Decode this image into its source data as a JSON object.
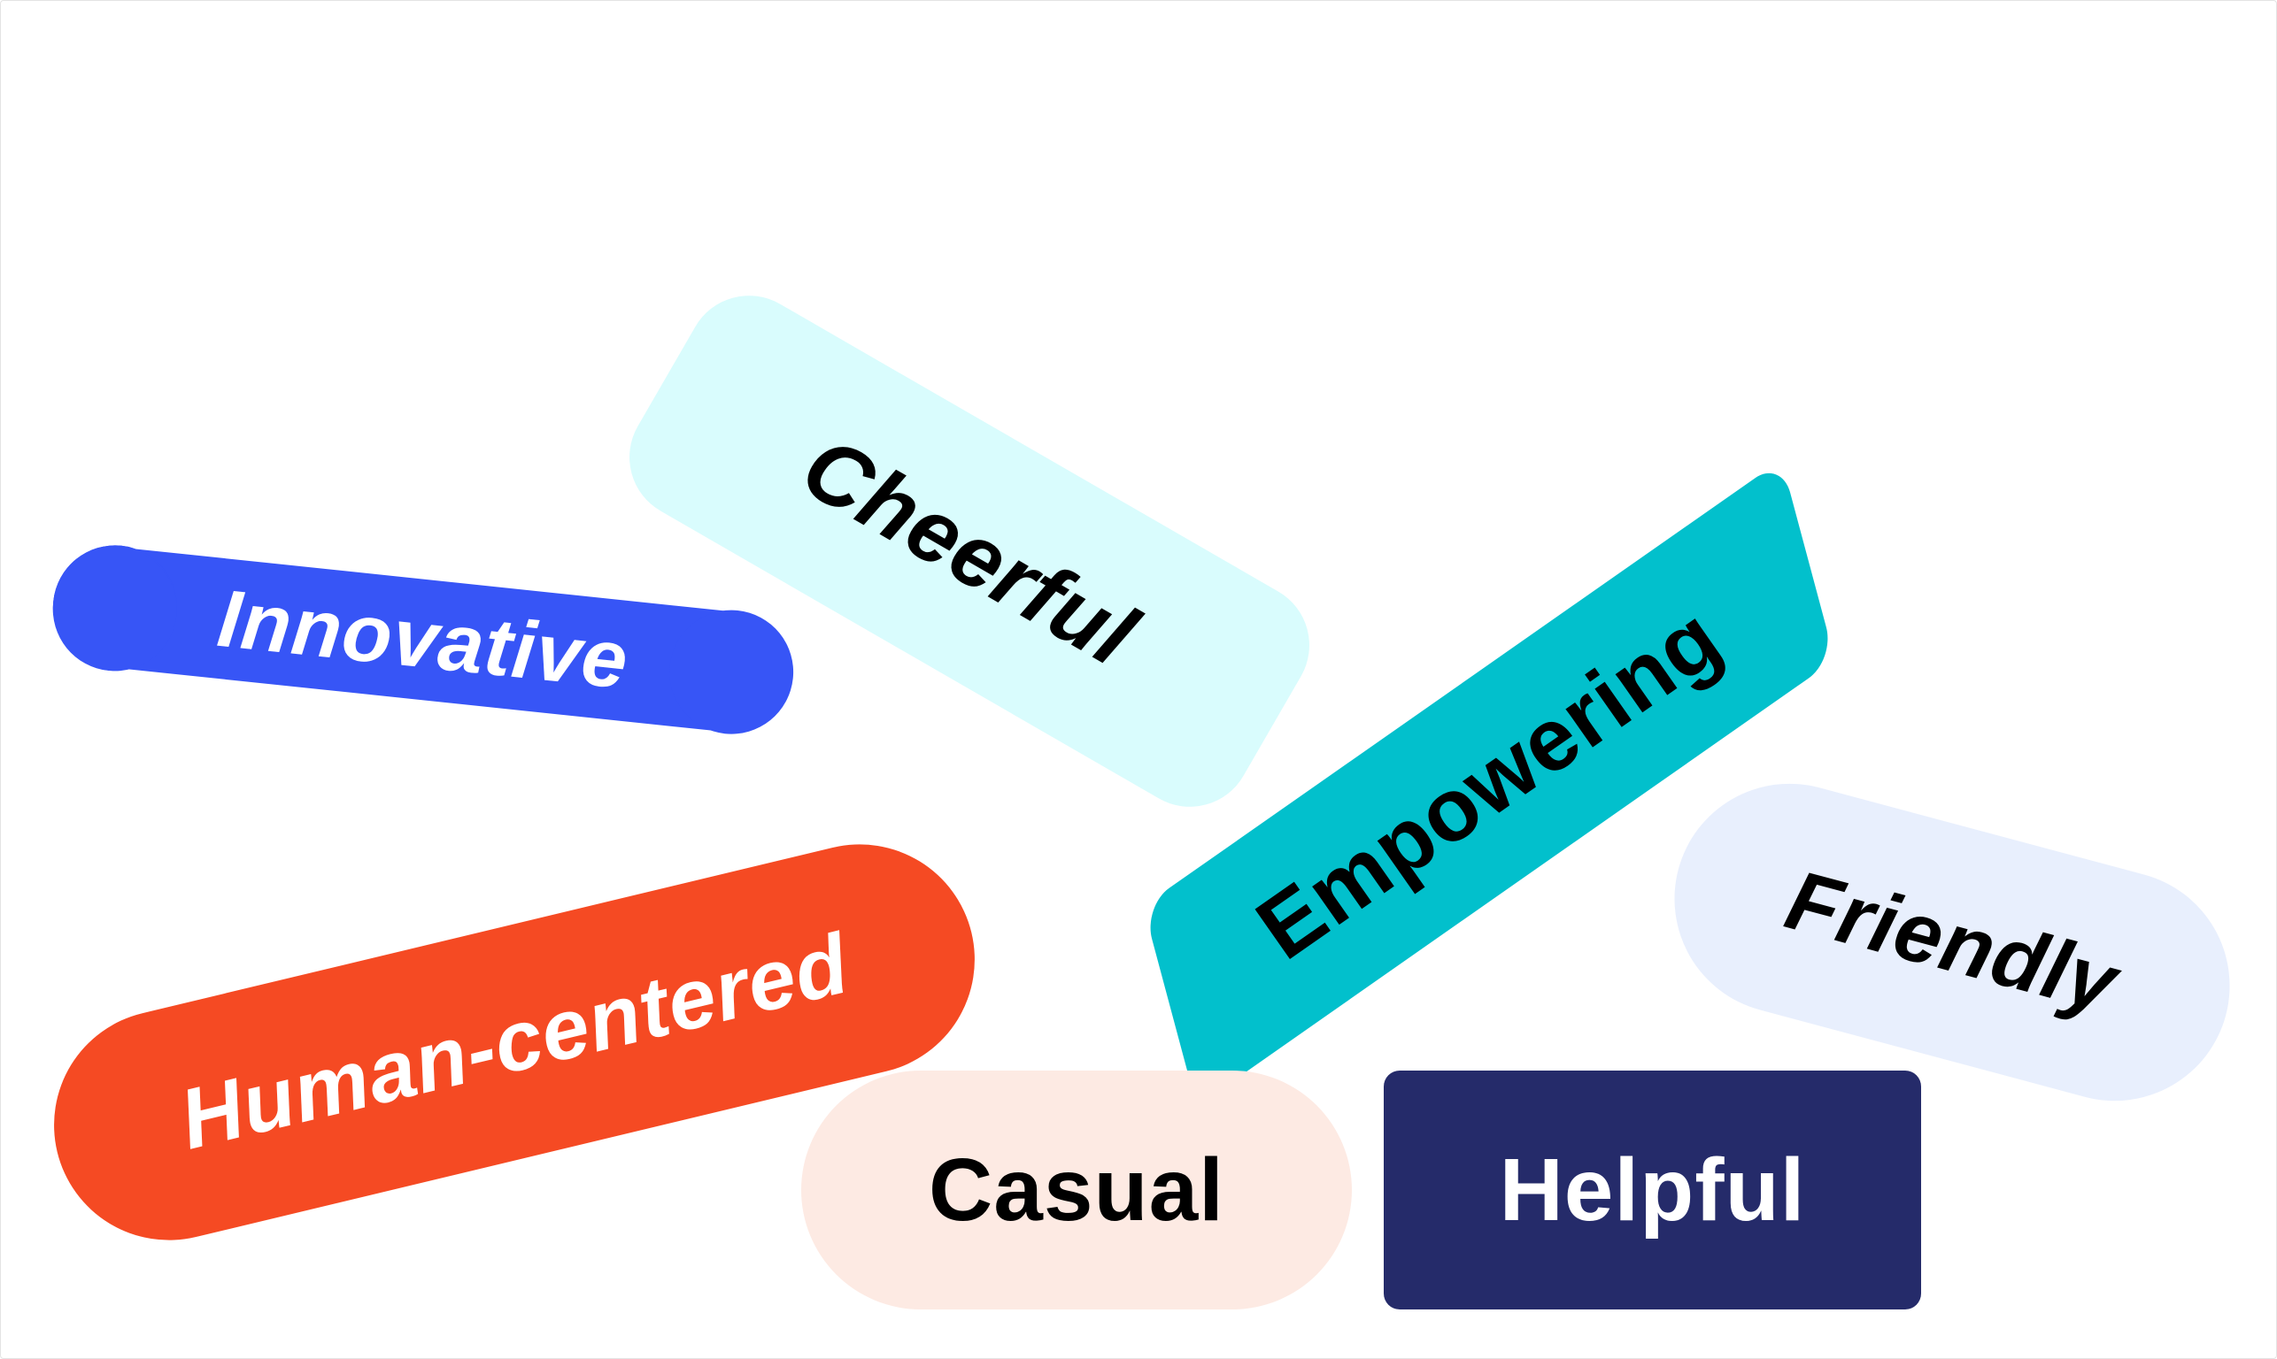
{
  "chips": {
    "innovative": {
      "label": "Innovative",
      "color": "#3755f6",
      "text_color": "#ffffff"
    },
    "cheerful": {
      "label": "Cheerful",
      "color": "#d9fcfd",
      "text_color": "#000000"
    },
    "empowering": {
      "label": "Empowering",
      "color": "#02c0cc",
      "text_color": "#000000"
    },
    "human_centered": {
      "label": "Human-centered",
      "color": "#f54a23",
      "text_color": "#ffffff"
    },
    "friendly": {
      "label": "Friendly",
      "color": "#e8effd",
      "text_color": "#000000"
    },
    "casual": {
      "label": "Casual",
      "color": "#fdeae3",
      "text_color": "#000000"
    },
    "helpful": {
      "label": "Helpful",
      "color": "#252b6a",
      "text_color": "#ffffff"
    }
  }
}
